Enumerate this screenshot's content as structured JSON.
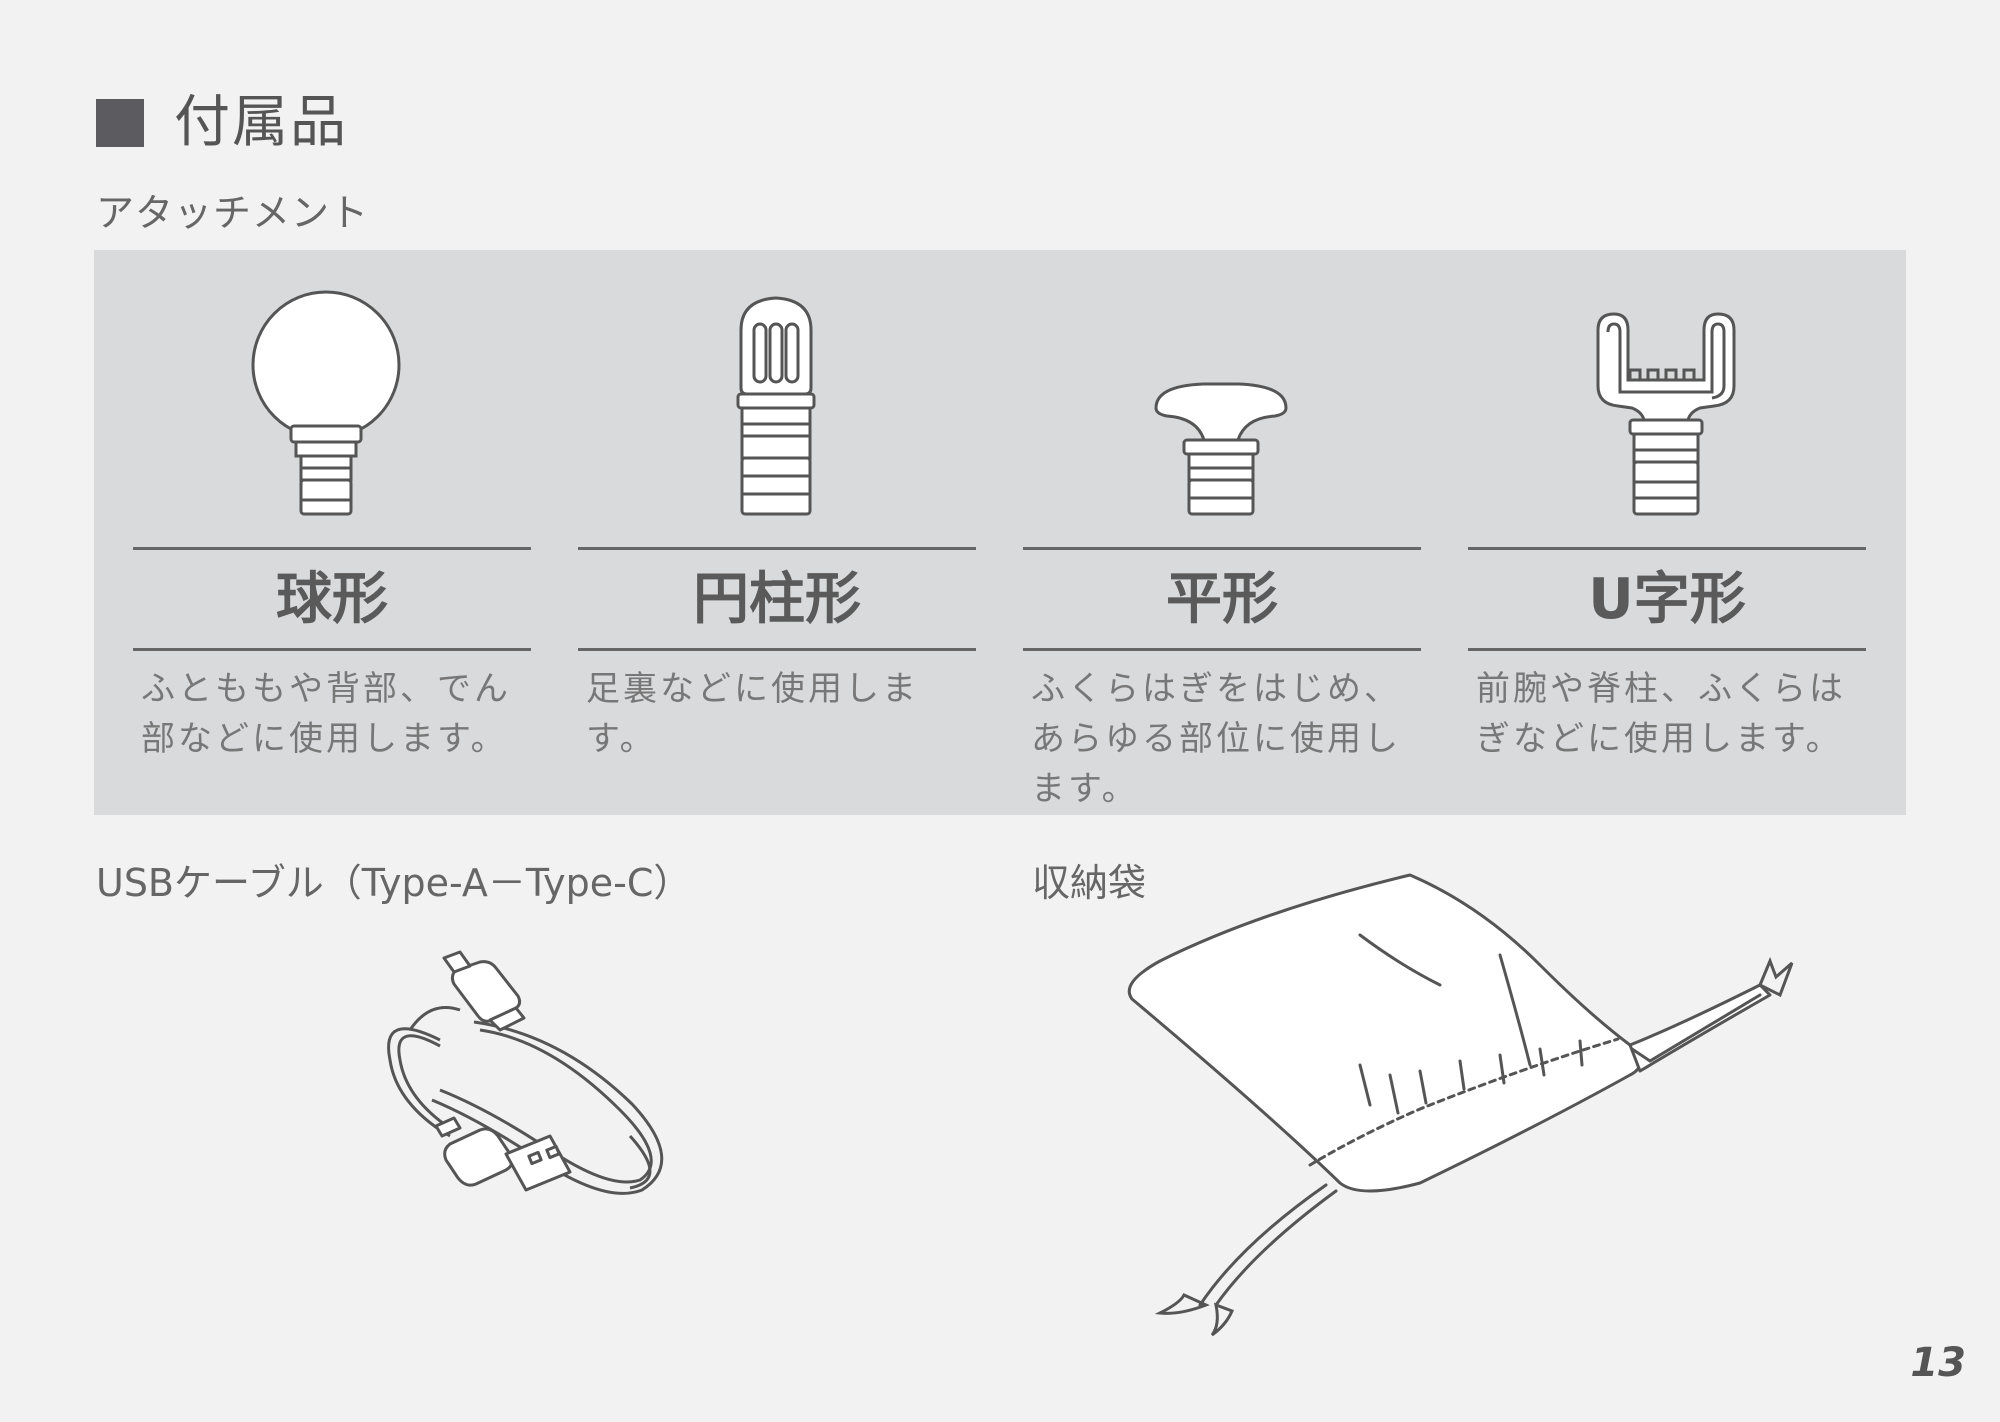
{
  "heading": {
    "title": "付属品"
  },
  "subtitle": "アタッチメント",
  "attachments": [
    {
      "name": "球形",
      "desc": "ふとももや背部、でん部などに使用します。",
      "icon": "ball-attachment-icon"
    },
    {
      "name": "円柱形",
      "desc": "足裏などに使用します。",
      "icon": "cylinder-attachment-icon"
    },
    {
      "name": "平形",
      "desc": "ふくらはぎをはじめ、あらゆる部位に使用します。",
      "icon": "flat-attachment-icon"
    },
    {
      "name": "U字形",
      "desc": "前腕や脊柱、ふくらはぎなどに使用します。",
      "icon": "u-shape-attachment-icon"
    }
  ],
  "usb_label": "USBケーブル（Type-A－Type-C）",
  "bag_label": "収納袋",
  "page_number": "13",
  "colors": {
    "background": "#f2f2f2",
    "panel": "#d9dadb",
    "text": "#555555",
    "stroke": "#555555"
  }
}
